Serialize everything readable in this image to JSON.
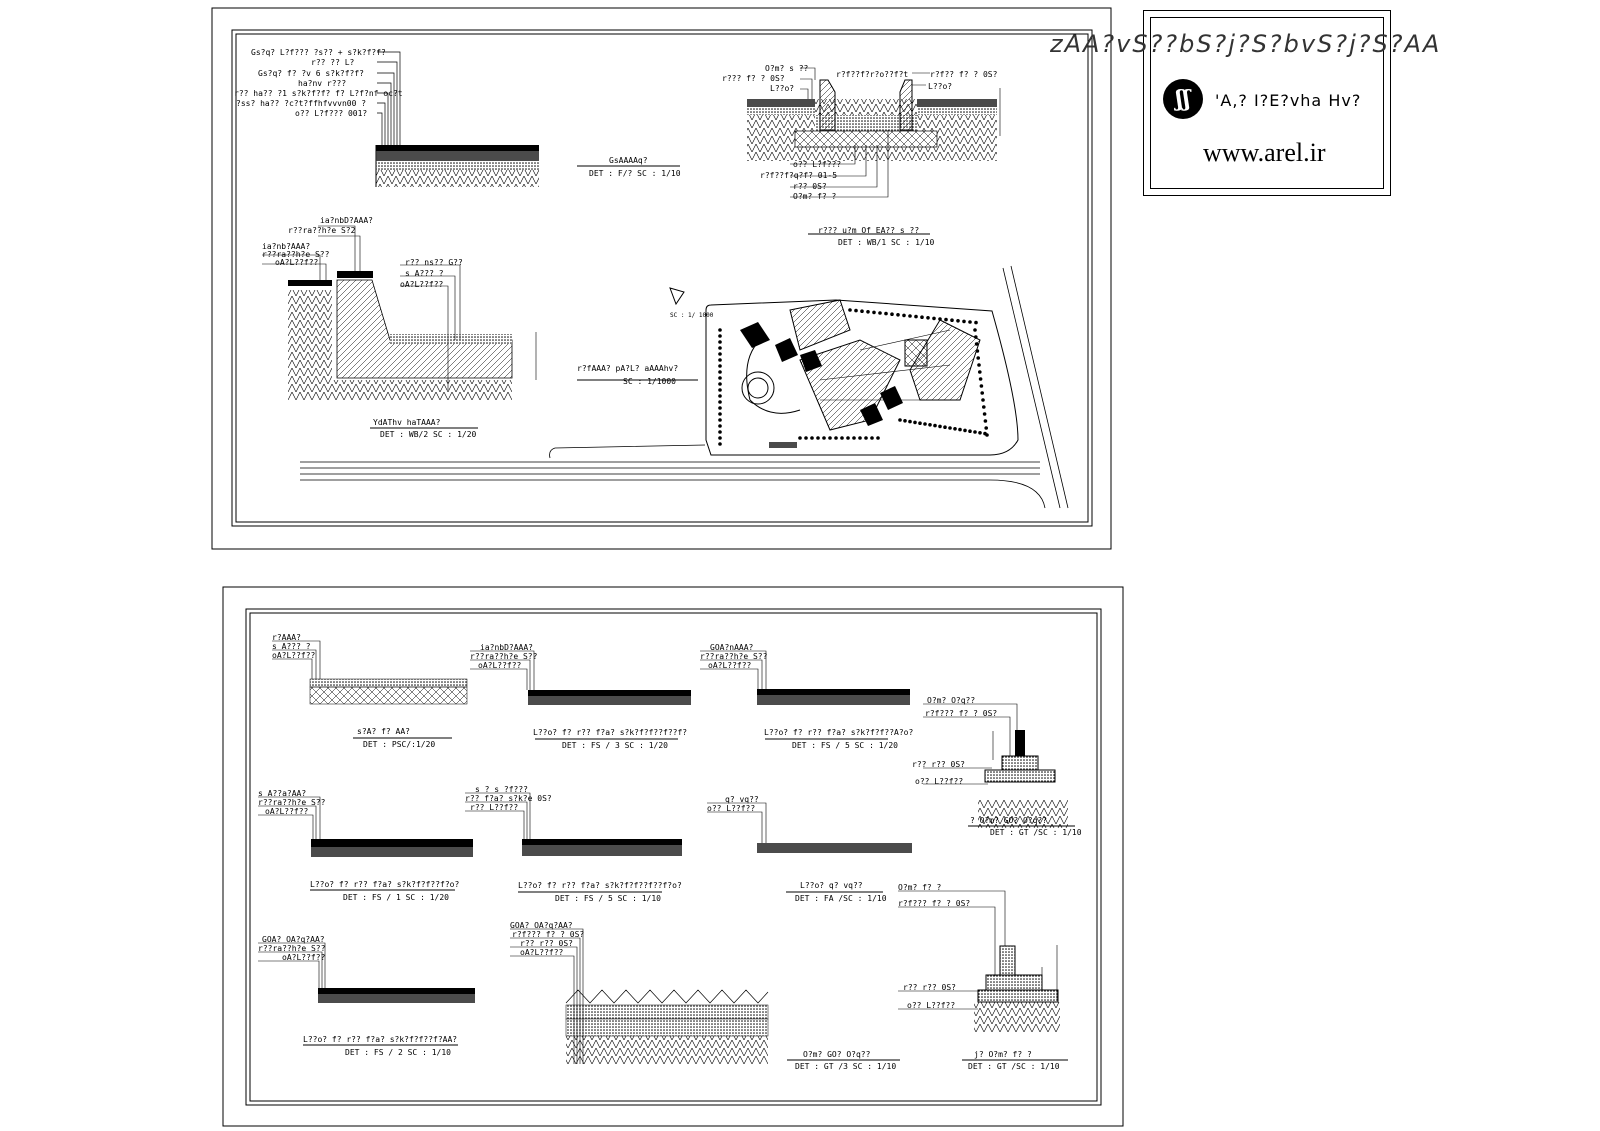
{
  "title_block": {
    "title": "zAA?vS??bS?j?S?bvS?j?S?AA",
    "subtitle": "'A,? I?E?vha Hv?",
    "website": "www.arel.ir",
    "logo_text": "ʃʃ"
  },
  "sheet1": {
    "detail_top_left": {
      "labels": [
        "Gs?q? L?f??? ?s?? + s?k?f?f?",
        "r?? ?? L?",
        "Gs?q? f? ?v 6 s?k?f?f?",
        "ha?nv r???",
        "r?? ha?? ?1 s?k?f?f? f? L?f?nf oc?t",
        "?ss? ha?? ?c?t?ffhfvvvn00 ?",
        "o?? L?f??? 001?"
      ],
      "caption": "GsAAAAq?",
      "detail": "DET :   F/? SC : 1/10"
    },
    "detail_top_right": {
      "labels_top": [
        "O?m? s ??",
        "r??? f? ? 0S?",
        "L??o?"
      ],
      "labels_top_center": "r?f??f?r?o??f?t",
      "labels_top_right": [
        "r?f?? f? ? 0S?",
        "L??o?"
      ],
      "labels_bottom": [
        "o?? L?f???",
        "r?f??f?q?f? 01-5",
        "r?? 0S?",
        "O?m? f? ?"
      ],
      "caption": "r??? u?m Of EA?? s ??",
      "detail": "DET :   WB/1   SC : 1/10"
    },
    "detail_left_mid": {
      "labels_a": [
        "ia?nbD?AAA?",
        "r??ra??h?e S?2"
      ],
      "labels_b": [
        "ia?nb?AAA?",
        "r??ra??h?e S??",
        "oA?L??f??"
      ],
      "labels_c": [
        "r?? ns?? G??",
        "s A??? ?",
        "oA?L??f??"
      ],
      "caption": "YdAThv haTAAA?",
      "detail": "DET :   WB/2   SC : 1/20"
    },
    "site_plan": {
      "scale_note": "SC : 1/ 1000",
      "caption": "r?fAAA? pA?L? aAAAhv?",
      "detail": "SC :           1/1000"
    }
  },
  "sheet2": {
    "details": [
      {
        "labels": [
          "r?AAA?",
          "s A??? ?",
          "oA?L??f??"
        ],
        "caption": "s?A? f? AA?",
        "detail": "DET :       PSC/:1/20"
      },
      {
        "labels": [
          "ia?nbD?AAA?",
          "r??ra??h?e S??",
          "oA?L??f??"
        ],
        "caption": "L??o? f? r?? f?a? s?k?f?f??f??f?",
        "detail": "DET :     FS / 3   SC : 1/20"
      },
      {
        "labels": [
          "GOA?nAAA?",
          "r??ra??h?e S??",
          "oA?L??f??"
        ],
        "caption": "L??o? f? r?? f?a? s?k?f?f??A?o?",
        "detail": "DET :     FS / 5   SC : 1/20"
      },
      {
        "labels": [
          "s A??a?AA?",
          "r??ra??h?e S??",
          "oA?L??f??"
        ],
        "caption": "L??o? f? r?? f?a? s?k?f?f??f?o?",
        "detail": "DET :     FS / 1   SC : 1/20"
      },
      {
        "labels": [
          "s ? s ?f???",
          "r?? f?a? s?k?e 0S?",
          "r?? L??f??"
        ],
        "caption": "L??o? f? r?? f?a? s?k?f?f??f??f?o?",
        "detail": "DET :     FS / 5   SC : 1/10"
      },
      {
        "labels": [
          "q? vq??",
          "o?? L??f??"
        ],
        "caption": "L??o? q? vq??",
        "detail": "DET :     FA /SC : 1/10"
      },
      {
        "labels": [
          "GOA? OA?q?AA?",
          "r??ra??h?e S??",
          "oA?L??f??"
        ],
        "caption": "L??o? f? r?? f?a? s?k?f?f??f?AA?",
        "detail": "DET :     FS / 2   SC : 1/10"
      },
      {
        "labels": [
          "GOA? OA?q?AA?",
          "r?f??? f? ? 0S?",
          "r?? r?? 0S?",
          "oA?L??f??"
        ],
        "caption": "O?m? GO? O?q??",
        "detail": "DET :   GT  /3   SC : 1/10"
      }
    ],
    "curb_top": {
      "labels": [
        "O?m? O?q??",
        "r?f??? f? ? 0S?",
        "r?? r?? 0S?",
        "o?? L??f??"
      ],
      "caption": "? O?m? GO? O?q??",
      "detail": "DET :     GT   /SC : 1/10"
    },
    "curb_bottom": {
      "labels": [
        "O?m? f? ?",
        "r?f??? f? ? 0S?",
        "r?? r?? 0S?",
        "o?? L??f??"
      ],
      "caption": "j? O?m? f? ?",
      "detail": "DET :     GT   /SC : 1/10"
    }
  }
}
